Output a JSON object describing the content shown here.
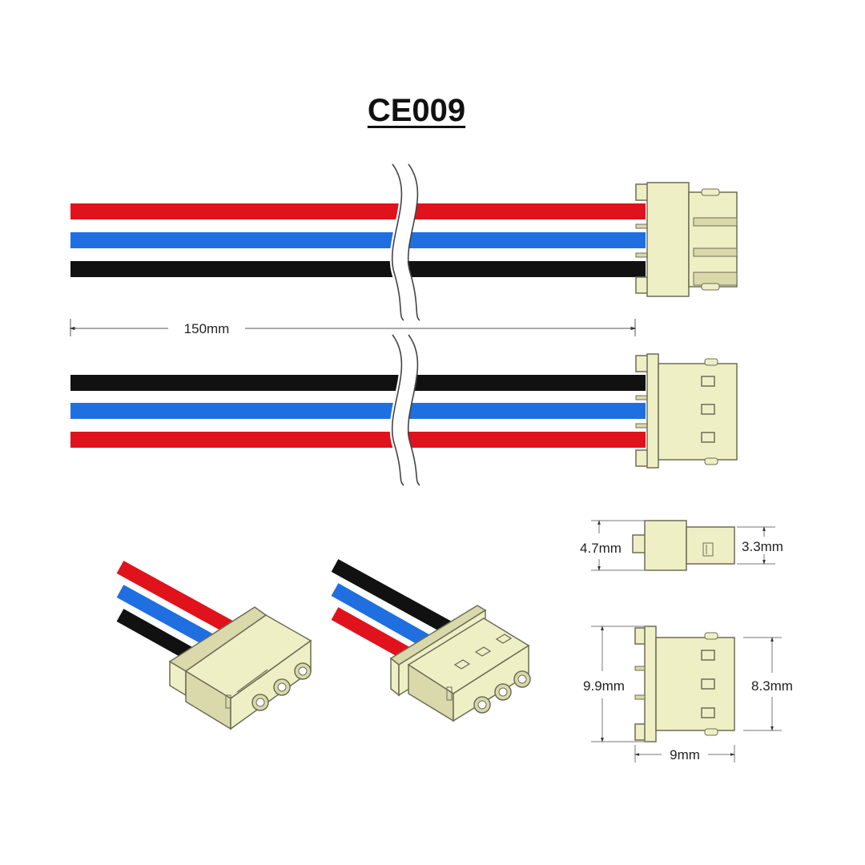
{
  "title": "CE009",
  "dimensions": {
    "cable_length": "150mm",
    "side_height_left": "4.7mm",
    "side_height_right": "3.3mm",
    "front_height_left": "9.9mm",
    "front_height_right": "8.3mm",
    "front_width": "9mm"
  },
  "colors": {
    "red_wire": "#e0121c",
    "blue_wire": "#1f6fe0",
    "black_wire": "#111111",
    "connector_body": "#efefc6",
    "connector_shade": "#d9d9ac",
    "connector_outline": "#6d6d55"
  }
}
